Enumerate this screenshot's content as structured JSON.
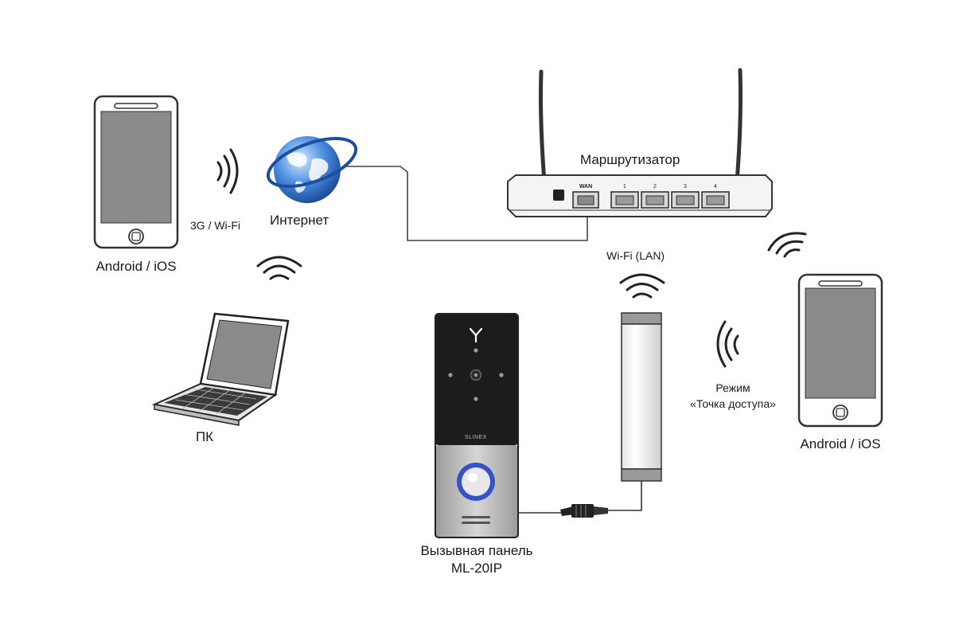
{
  "labels": {
    "phone_left": "Android / iOS",
    "mobile_link": "3G / Wi-Fi",
    "internet": "Интернет",
    "router": "Маршрутизатор",
    "wifi_lan": "Wi-Fi (LAN)",
    "pc": "ПК",
    "panel_line1": "Вызывная панель",
    "panel_line2": "ML-20IP",
    "ap_mode_line1": "Режим",
    "ap_mode_line2": "«Точка доступа»",
    "phone_right": "Android / iOS"
  },
  "router_ports": {
    "wan": "WAN",
    "lan": [
      "1",
      "2",
      "3",
      "4"
    ]
  },
  "panel_brand": "SLINEX",
  "colors": {
    "line": "#444444",
    "screen": "#8a8a8a",
    "panel_top": "#1a1a1a",
    "panel_bottom": "#b9b9b9",
    "button_ring": "#3552c8",
    "globe": "#2f6fc9"
  }
}
